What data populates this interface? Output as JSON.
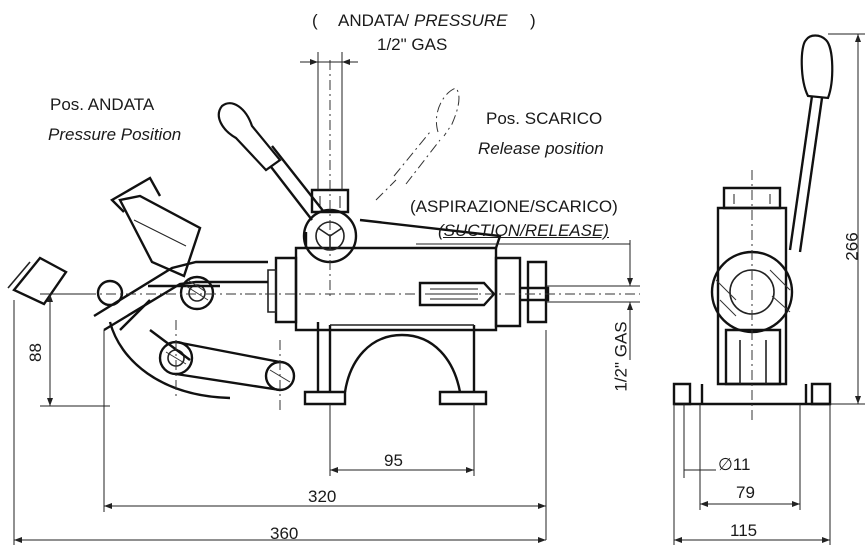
{
  "labels": {
    "top_open": "(",
    "top_andata": "ANDATA/",
    "top_pressure": "PRESSURE",
    "top_close": ")",
    "top_gas": "1/2\" GAS",
    "pos_andata": "Pos.  ANDATA",
    "pressure_position": "Pressure Position",
    "pos_scarico": "Pos. SCARICO",
    "release_position": "Release position",
    "aspirazione_scarico": "(ASPIRAZIONE/SCARICO)",
    "suction_release": "(SUCTION/RELEASE)",
    "side_gas": "1/2\" GAS"
  },
  "dimensions": {
    "d88": "88",
    "d95": "95",
    "d320": "320",
    "d360": "360",
    "d266": "266",
    "d11": "∅11",
    "d79": "79",
    "d115": "115"
  }
}
